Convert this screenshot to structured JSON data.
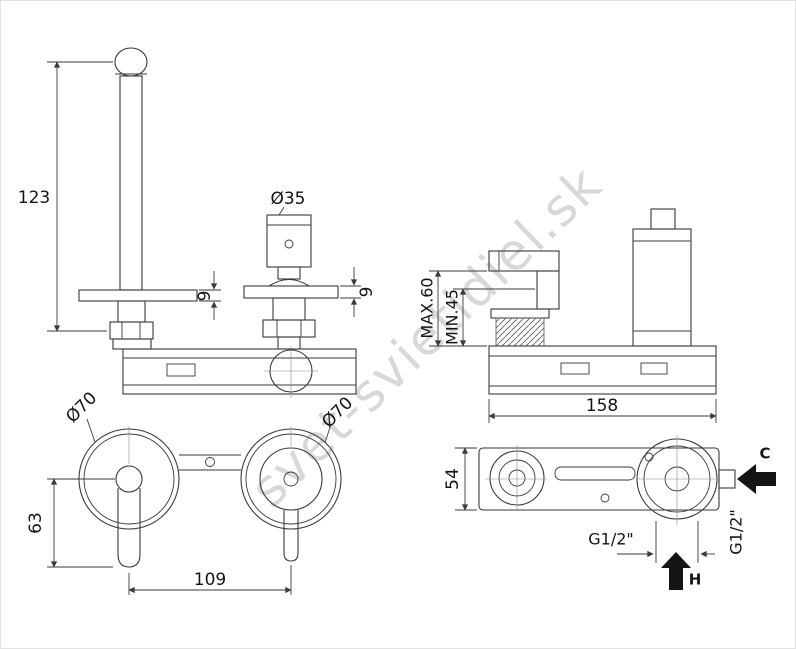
{
  "watermark": {
    "text": "svet-svietidiel.sk",
    "color": "#d2d2d2"
  },
  "views": {
    "spout_side": {
      "dim_height": "123",
      "dim_plate": "9"
    },
    "handle_side": {
      "dim_diameter": "Ø35",
      "dim_plate": "9"
    },
    "depth_side": {
      "dim_max": "MAX.60",
      "dim_min": "MIN.45",
      "dim_width": "158"
    },
    "front": {
      "dim_left_diameter": "Ø70",
      "dim_right_diameter": "Ø70",
      "dim_drop": "63",
      "dim_spacing": "109"
    },
    "back": {
      "dim_height": "54",
      "cold": "C",
      "hot": "H",
      "thread_side": "G1/2\"",
      "thread_bottom": "G1/2\""
    }
  }
}
